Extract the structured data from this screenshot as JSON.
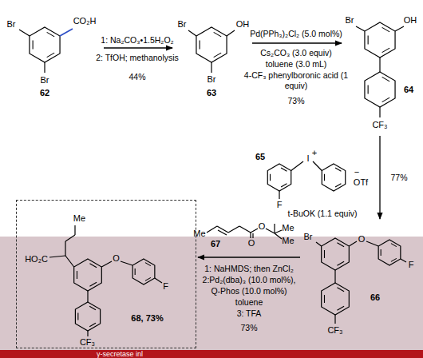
{
  "diagram": {
    "nodes": [
      {
        "text": [
          "Br",
          "CO₂H",
          "Br",
          "62"
        ]
      },
      {
        "text": [
          "Br",
          "OH",
          "Br",
          "63"
        ]
      },
      {
        "text": [
          "Br",
          "OH",
          "CF₃",
          "64"
        ]
      },
      {
        "text": [
          "I",
          "+",
          "−",
          "OTf",
          "F",
          "65"
        ]
      },
      {
        "text": [
          "Br",
          "O",
          "F",
          "CF₃",
          "66"
        ]
      },
      {
        "text": [
          "Me",
          "O",
          "O",
          "Me",
          "Me",
          "67"
        ]
      },
      {
        "text": [
          "Me",
          "HO₂C",
          "O",
          "F",
          "CF₃",
          "68, 73%"
        ]
      }
    ],
    "edges": [
      {
        "from": 0,
        "to": 1,
        "arrow": "to"
      },
      {
        "from": 1,
        "to": 2,
        "arrow": "to"
      },
      {
        "from": 2,
        "to": 4,
        "arrow": "to"
      },
      {
        "from": 4,
        "to": 6,
        "arrow": "to"
      }
    ],
    "labels": [
      "1: Na₂CO₃•1.5H₂O₂",
      "2: TfOH; methanolysis",
      "44%",
      "Pd(PPh₃)₂Cl₂ (5.0 mol%)",
      "Cs₂CO₃ (3.0 equiv)",
      "toluene (3.0 mL)",
      "4-CF₃ phenylboronic acid (1 equiv)",
      "73%",
      "t-BuOK (1.1 equiv)",
      "77%",
      "1: NaHMDS; then ZnCl₂",
      "2:Pd₂(dba)₃ (10.0 mol%),",
      "Q-Phos (10.0 mol%)",
      "toluene",
      "3: TFA",
      "73%",
      "γ-secretase inl"
    ]
  }
}
